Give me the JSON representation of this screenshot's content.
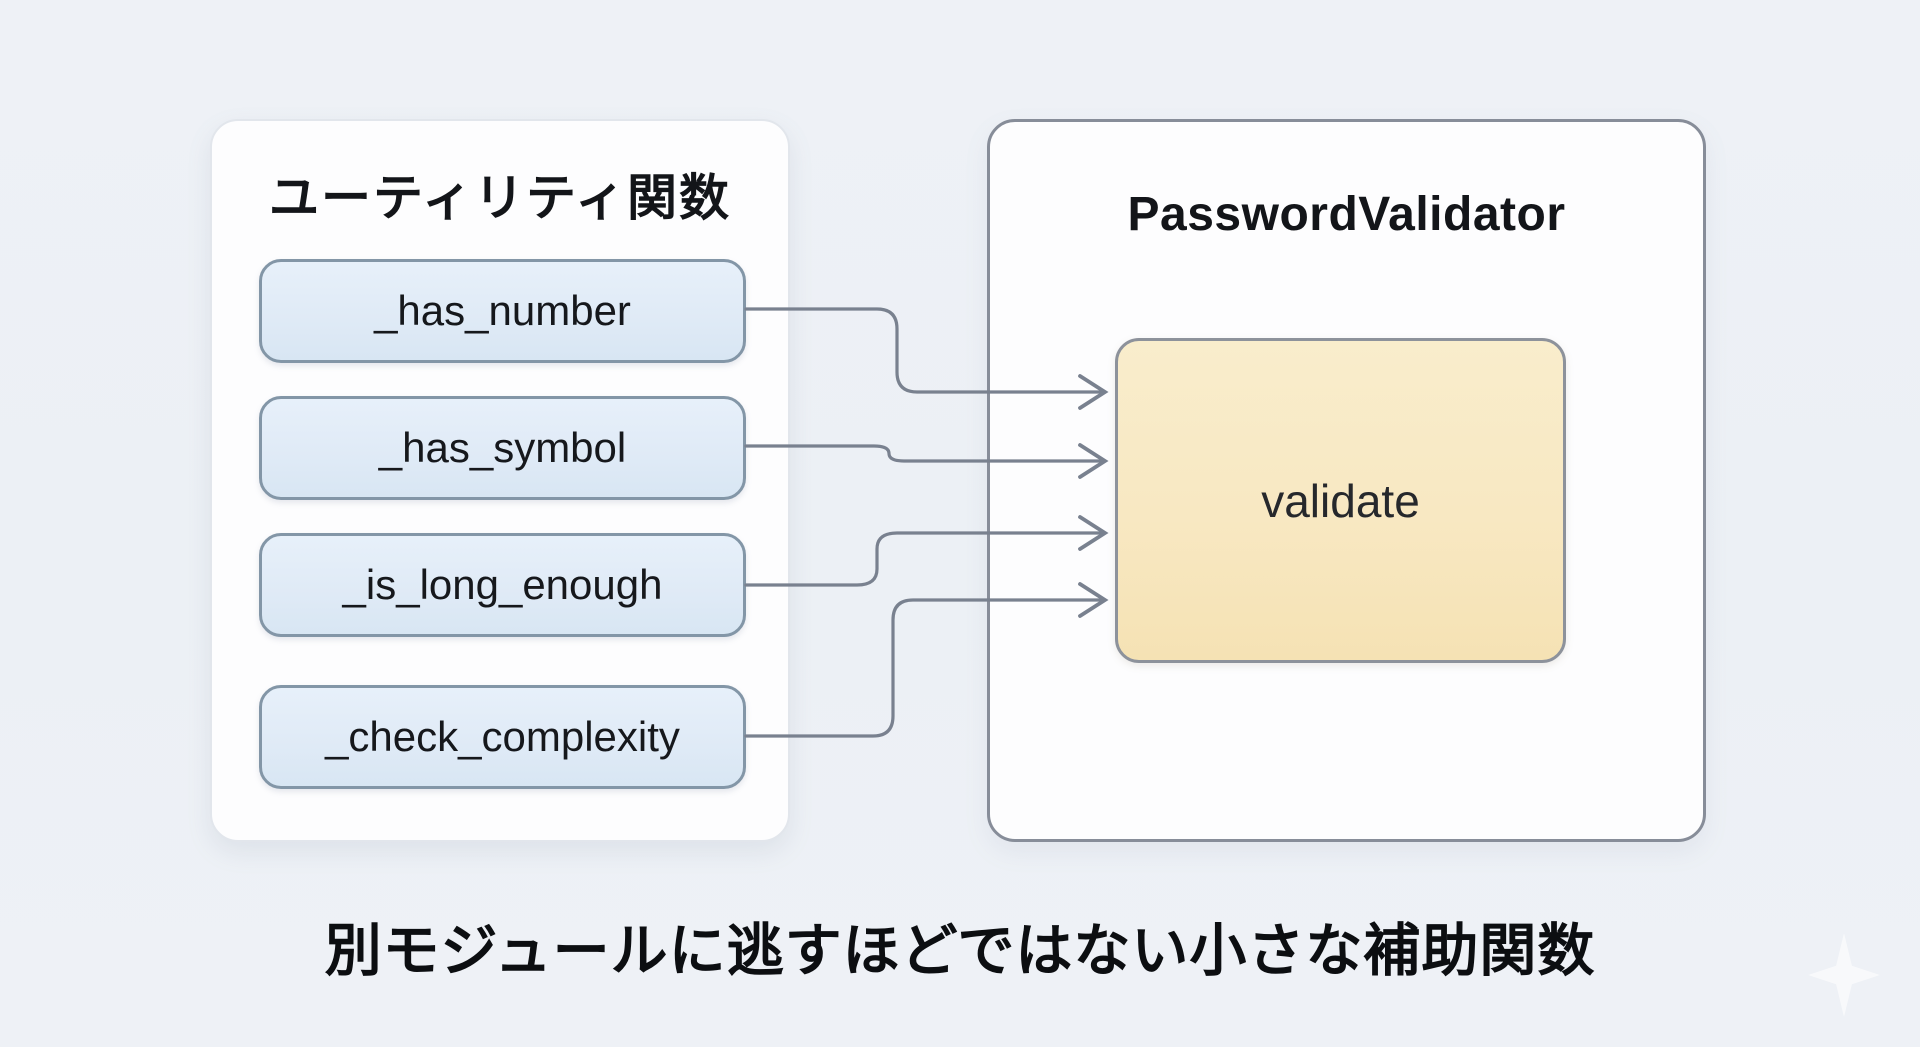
{
  "page": {
    "caption": "別モジュールに逃すほどではない小さな補助関数"
  },
  "utility_panel": {
    "title": "ユーティリティ関数",
    "functions": [
      {
        "label": "_has_number"
      },
      {
        "label": "_has_symbol"
      },
      {
        "label": "_is_long_enough"
      },
      {
        "label": "_check_complexity"
      }
    ]
  },
  "validator_panel": {
    "title": "PasswordValidator",
    "method": {
      "label": "validate"
    }
  },
  "diagram": {
    "edges": [
      {
        "from": "_has_number",
        "to": "validate"
      },
      {
        "from": "_has_symbol",
        "to": "validate"
      },
      {
        "from": "_is_long_enough",
        "to": "validate"
      },
      {
        "from": "_check_complexity",
        "to": "validate"
      }
    ],
    "colors": {
      "page_background": "#eef1f6",
      "connector": "#79818f",
      "utility_panel_border": "#e2e6ec",
      "validator_panel_border": "#878d99",
      "utility_box_fill": "#dfeaf6",
      "utility_box_border": "#8396a7",
      "method_box_fill": "#f8e8c2",
      "method_box_border": "#8d929b",
      "text": "#131519"
    }
  },
  "decorations": {
    "sparkle_icon": "four-point-star"
  }
}
